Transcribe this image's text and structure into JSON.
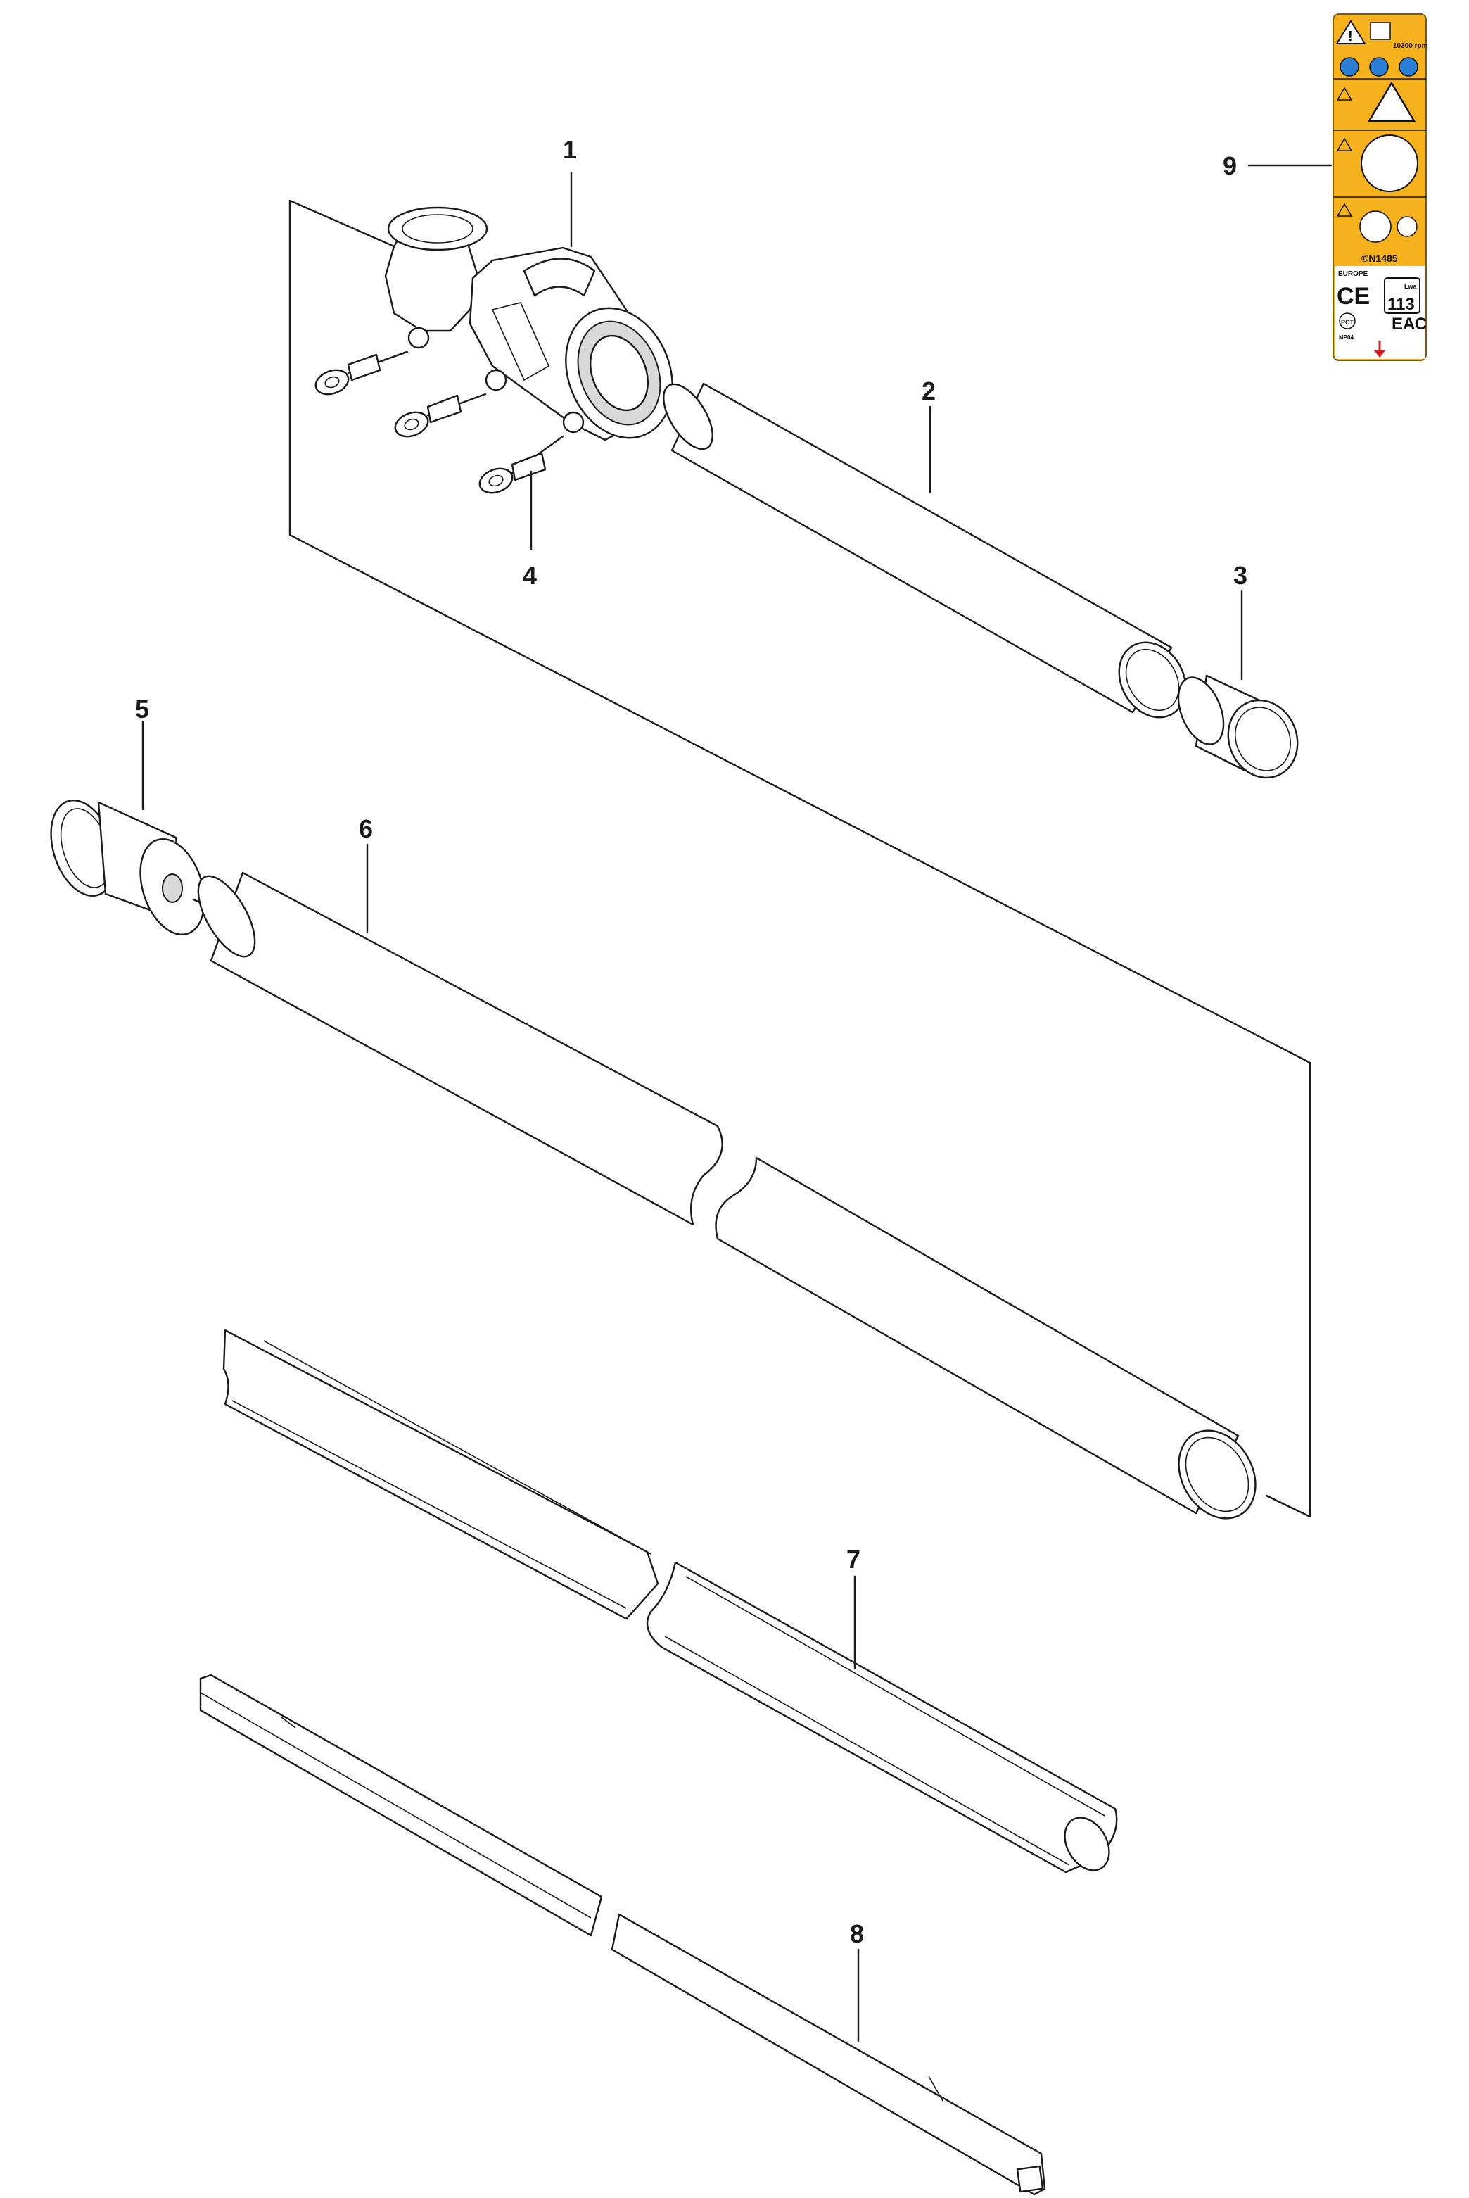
{
  "callouts": [
    {
      "id": "1",
      "label": "1"
    },
    {
      "id": "2",
      "label": "2"
    },
    {
      "id": "3",
      "label": "3"
    },
    {
      "id": "4",
      "label": "4"
    },
    {
      "id": "5",
      "label": "5"
    },
    {
      "id": "6",
      "label": "6"
    },
    {
      "id": "7",
      "label": "7"
    },
    {
      "id": "8",
      "label": "8"
    },
    {
      "id": "9",
      "label": "9"
    }
  ],
  "label_decal": {
    "rpm_text": "10300 rpm",
    "code_text": "©N1485",
    "region_text": "EUROPE",
    "ce_mark": "CE",
    "sound_level": "113",
    "sound_unit": "Lwa",
    "pct_text": "PCT",
    "mp_text": "MP04",
    "colors": {
      "background": "#f5b21c",
      "border": "#7a5a10",
      "white_area": "#ffffff",
      "arrow": "#d42020"
    },
    "icons": [
      "warning-triangle-icon",
      "manual-book-icon",
      "ear-protection-icon",
      "eye-protection-icon",
      "boot-icon",
      "thrown-objects-icon",
      "distance-15m-icon",
      "hand-guard-icon",
      "ce-mark-icon",
      "eac-mark-icon",
      "down-arrow-icon"
    ]
  }
}
